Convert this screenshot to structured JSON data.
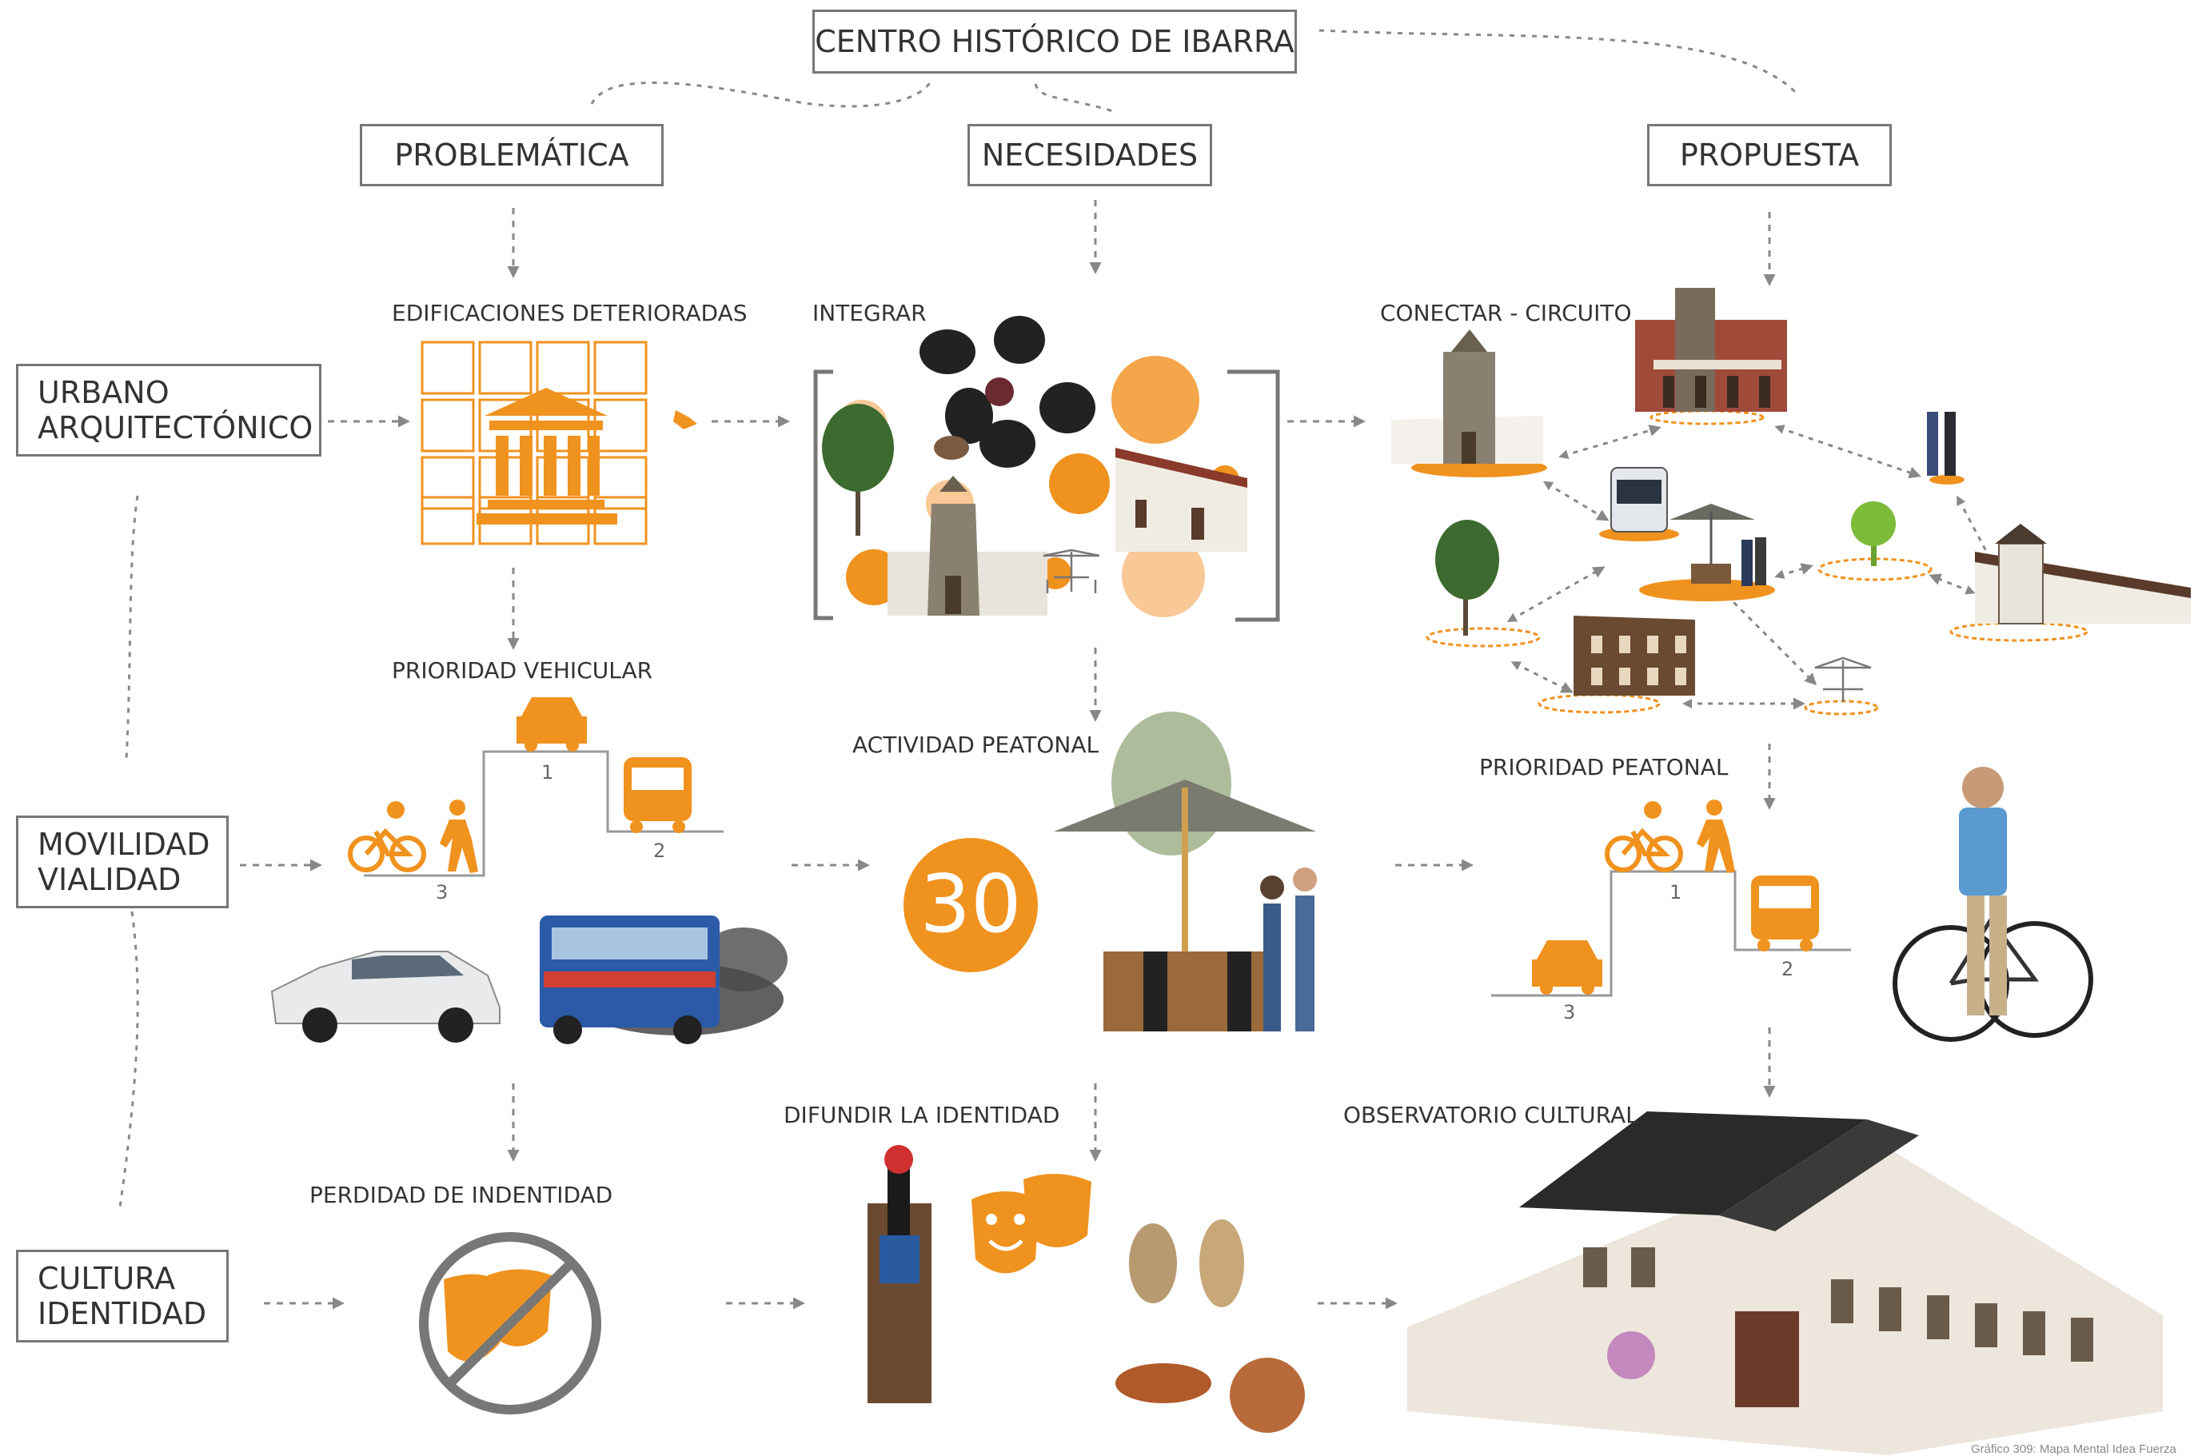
{
  "title": "CENTRO HISTÓRICO DE IBARRA",
  "columns": {
    "problem": "PROBLEMÁTICA",
    "needs": "NECESIDADES",
    "proposal": "PROPUESTA"
  },
  "rows": {
    "urban_line1": "URBANO",
    "urban_line2": "ARQUITECTÓNICO",
    "mobility_line1": "MOVILIDAD",
    "mobility_line2": "VIALIDAD",
    "culture_line1": "CULTURA",
    "culture_line2": "IDENTIDAD"
  },
  "captions": {
    "deteriorated": "EDIFICACIONES DETERIORADAS",
    "integrate": "INTEGRAR",
    "connect": "CONECTAR - CIRCUITO",
    "vehicle_priority": "PRIORIDAD VEHICULAR",
    "pedestrian_activity": "ACTIVIDAD PEATONAL",
    "pedestrian_priority": "PRIORIDAD PEATONAL",
    "identity_loss": "PERDIDAD DE INDENTIDAD",
    "spread_identity": "DIFUNDIR LA IDENTIDAD",
    "cultural_observatory": "OBSERVATORIO CULTURAL"
  },
  "podium_vehicle": {
    "first": "1",
    "second": "2",
    "third": "3"
  },
  "podium_pedestrian": {
    "first": "1",
    "second": "2",
    "third": "3"
  },
  "speed_limit": "30",
  "footnote": "Gráfico 309: Mapa Mental Idea Fuerza",
  "colors": {
    "accent": "#f0921e",
    "accent_light": "#f8c896",
    "frame": "#777777",
    "arrow": "#888888"
  },
  "icons": [
    "building-icon",
    "car-icon",
    "bus-icon",
    "bicycle-icon",
    "pedestrian-icon",
    "theater-masks-icon",
    "tree-icon",
    "umbrella-table-icon"
  ]
}
